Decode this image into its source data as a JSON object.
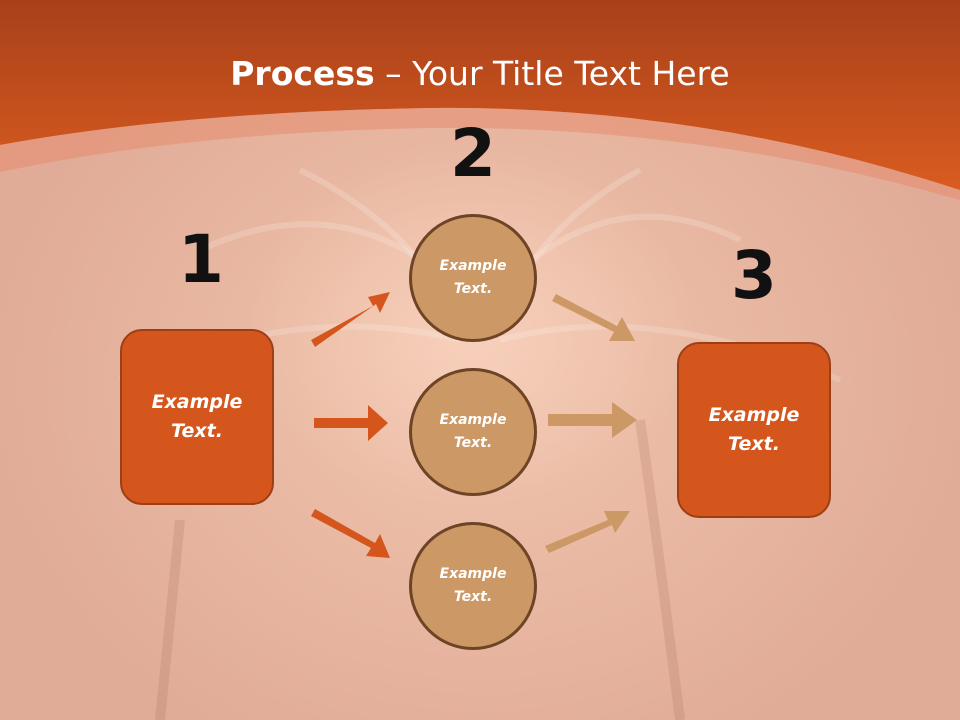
{
  "slide": {
    "title_bold": "Process",
    "title_rest": " – Your Title Text Here",
    "colors": {
      "header": "#d4561c",
      "box_fill": "#d4561c",
      "circle_fill": "#cc9866",
      "circle_border": "#6d4426",
      "arrow_dark": "#d4561c",
      "arrow_light": "#cc9866"
    }
  },
  "steps": {
    "one": {
      "number": "1",
      "box_text": "Example Text."
    },
    "two": {
      "number": "2",
      "circles": [
        {
          "text": "Example Text."
        },
        {
          "text": "Example Text."
        },
        {
          "text": "Example Text."
        }
      ]
    },
    "three": {
      "number": "3",
      "box_text": "Example Text."
    }
  }
}
